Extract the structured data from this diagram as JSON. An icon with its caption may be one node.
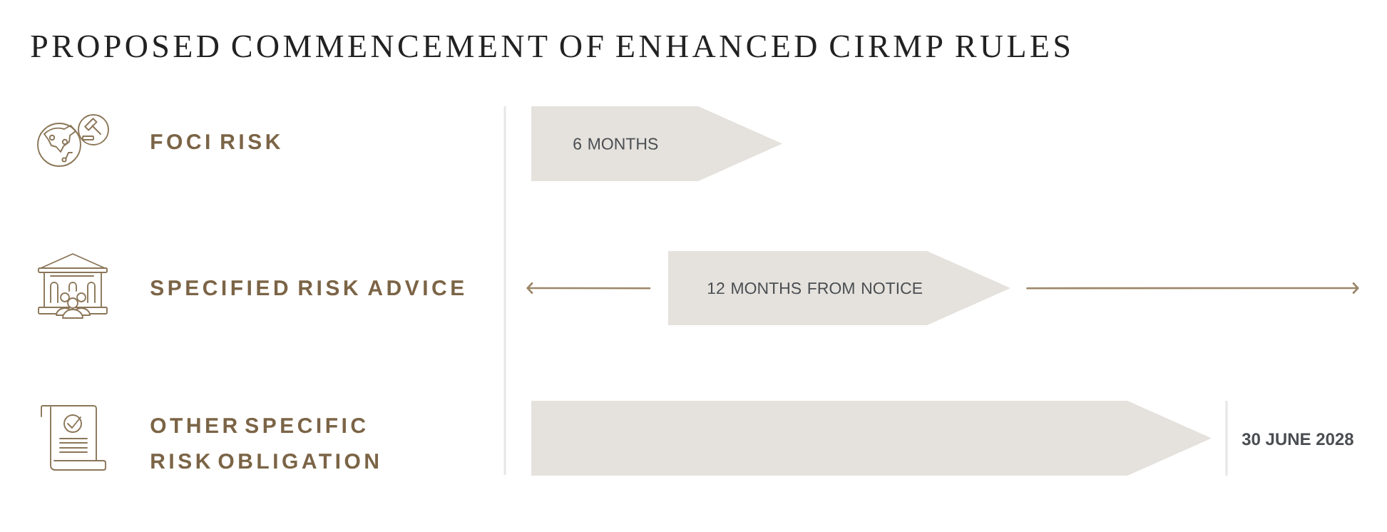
{
  "diagram": {
    "title": "PROPOSED COMMENCEMENT OF ENHANCED CIRMP RULES",
    "nodes": [
      {
        "text": [
          "6 MONTHS"
        ]
      },
      {
        "text": [
          "12 MONTHS FROM NOTICE"
        ]
      },
      {
        "text": [],
        "shape": "bar",
        "beside": [
          "30 JUNE 2028"
        ]
      }
    ],
    "edges": [
      {
        "from": 1,
        "to": null,
        "arrow": "to"
      },
      {
        "from": 1,
        "to": null,
        "arrow": "to"
      }
    ],
    "labels": [
      "FOCI RISK",
      "SPECIFIED RISK ADVICE",
      "OTHER SPECIFIC RISK OBLIGATION"
    ]
  }
}
